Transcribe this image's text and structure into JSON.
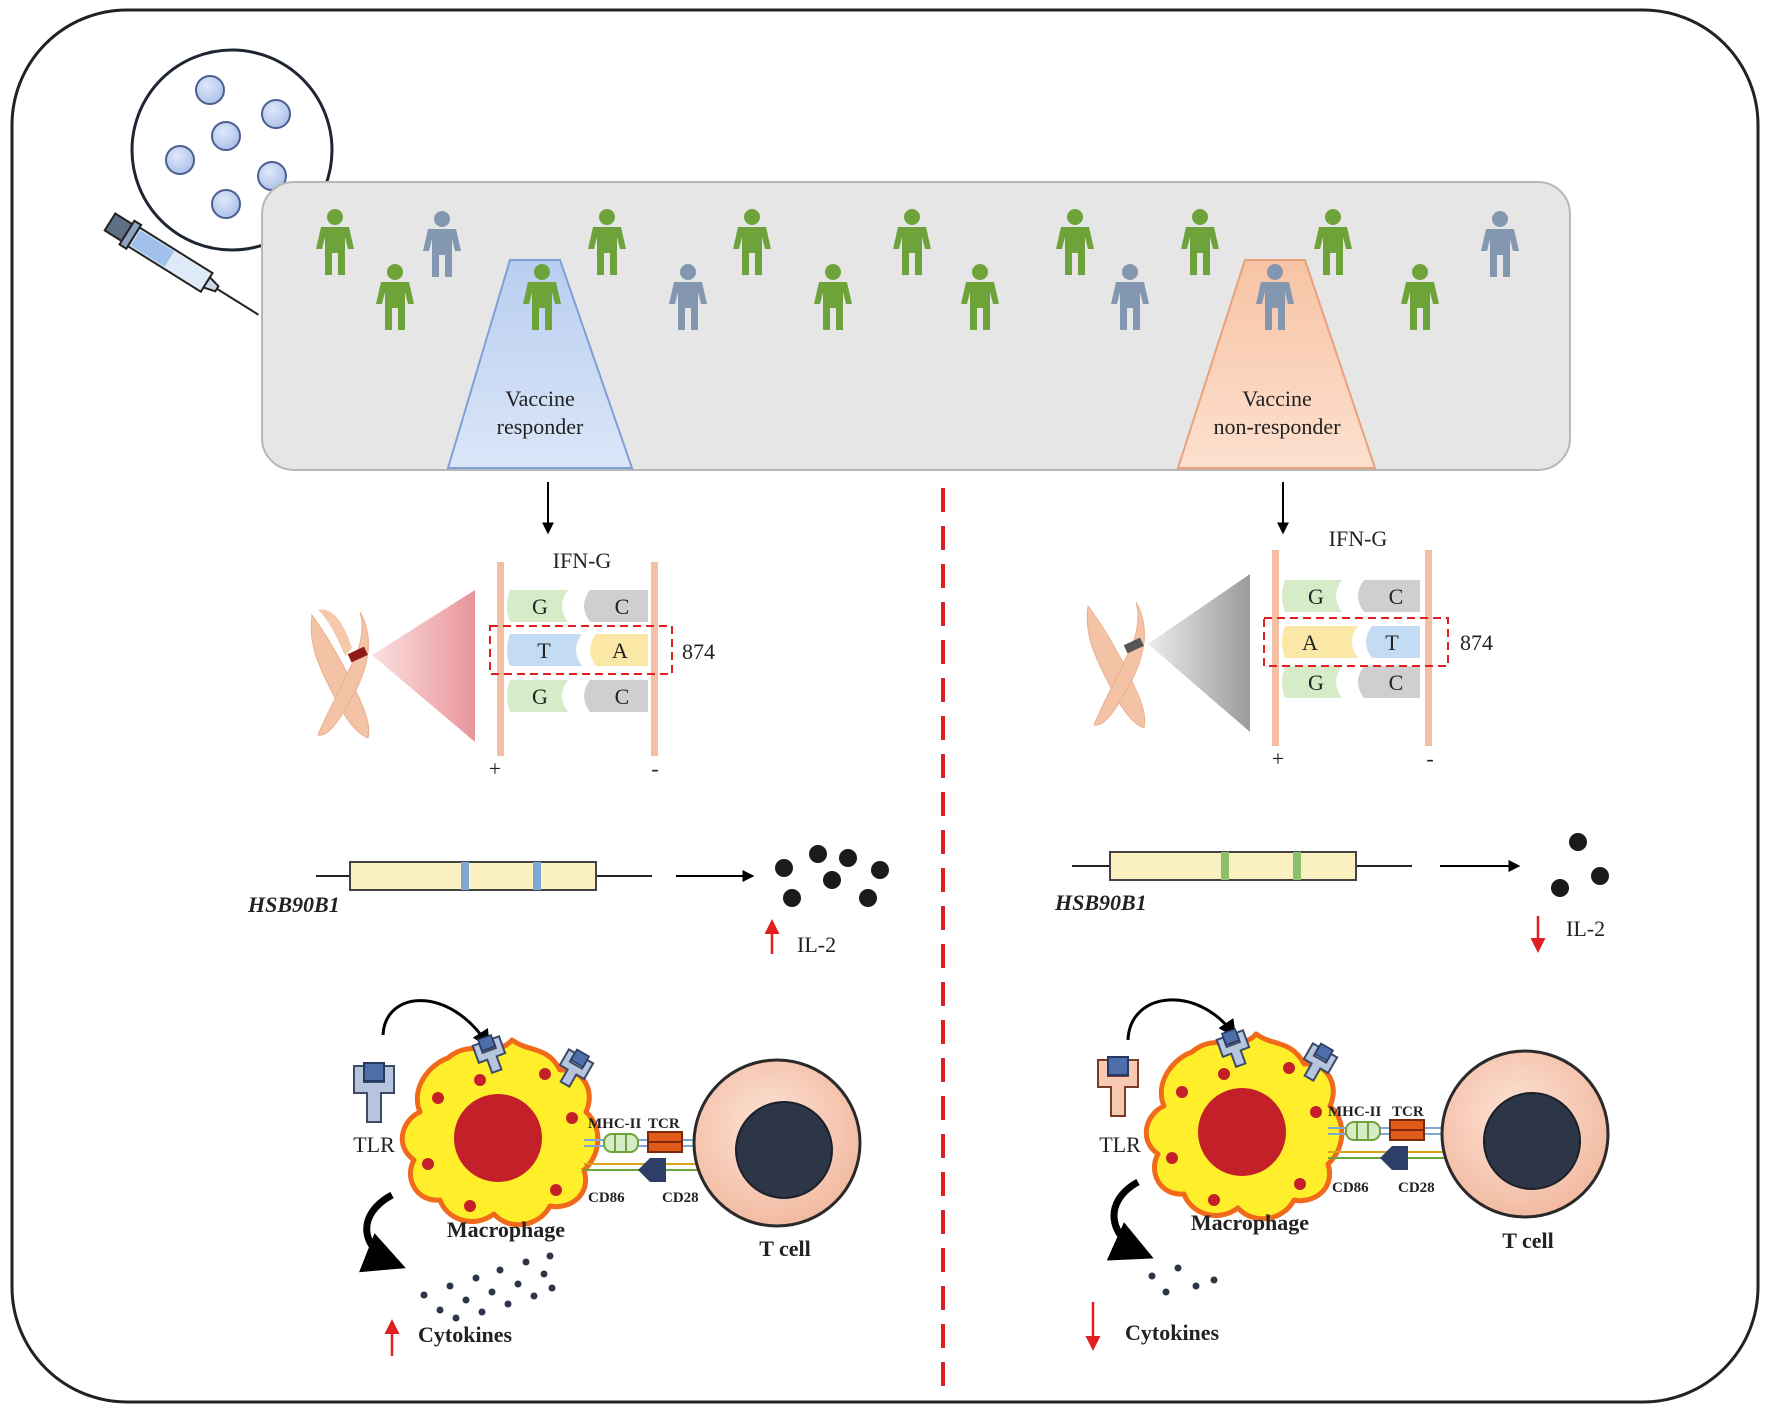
{
  "population": {
    "responder_label_line1": "Vaccine",
    "responder_label_line2": "responder",
    "nonresponder_label_line1": "Vaccine",
    "nonresponder_label_line2": "non-responder"
  },
  "left": {
    "gene_title": "IFN-G",
    "pairs": [
      {
        "a": "G",
        "b": "C"
      },
      {
        "a": "T",
        "b": "A"
      },
      {
        "a": "G",
        "b": "C"
      }
    ],
    "snp_position": "874",
    "strand_plus": "+",
    "strand_minus": "-",
    "gene_name": "HSB90B1",
    "cytokine_label": "IL-2",
    "tlr_label": "TLR",
    "mhc_label": "MHC-II",
    "tcr_label": "TCR",
    "cd86_label": "CD86",
    "cd28_label": "CD28",
    "macrophage_label": "Macrophage",
    "tcell_label": "T cell",
    "cytokines_label": "Cytokines"
  },
  "right": {
    "gene_title": "IFN-G",
    "pairs": [
      {
        "a": "G",
        "b": "C"
      },
      {
        "a": "A",
        "b": "T"
      },
      {
        "a": "G",
        "b": "C"
      }
    ],
    "snp_position": "874",
    "strand_plus": "+",
    "strand_minus": "-",
    "gene_name": "HSB90B1",
    "cytokine_label": "IL-2",
    "tlr_label": "TLR",
    "mhc_label": "MHC-II",
    "tcr_label": "TCR",
    "cd86_label": "CD86",
    "cd28_label": "CD28",
    "macrophage_label": "Macrophage",
    "tcell_label": "T cell",
    "cytokines_label": "Cytokines"
  },
  "colors": {
    "responder_green": "#6ea33a",
    "nonresponder_blue": "#8497b0",
    "increase_red": "#e02020",
    "divider_red": "#e02020",
    "macrophage_yellow": "#ffef2b",
    "macrophage_border": "#f06a1a",
    "nucleus_red": "#c4202a",
    "tcell_pink": "#f8c9b3",
    "tcell_nucleus": "#2d3646"
  }
}
